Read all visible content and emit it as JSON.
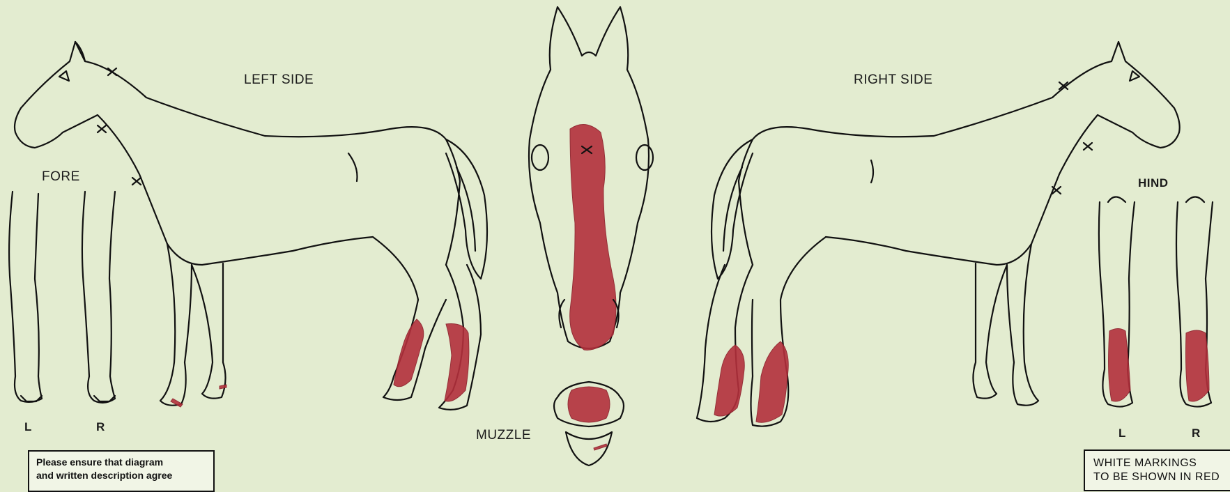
{
  "labels": {
    "left_side": "LEFT SIDE",
    "right_side": "RIGHT SIDE",
    "fore": "FORE",
    "hind": "HIND",
    "muzzle": "MUZZLE",
    "fore_l": "L",
    "fore_r": "R",
    "hind_l": "L",
    "hind_r": "R"
  },
  "notes": {
    "diagram_line1": "Please ensure that diagram",
    "diagram_line2": "and written description agree",
    "markings_line1": "WHITE MARKINGS",
    "markings_line2": "TO BE SHOWN IN RED"
  },
  "colors": {
    "background": "#e3ecd0",
    "marking": "#b3303c",
    "ink": "#111111"
  }
}
